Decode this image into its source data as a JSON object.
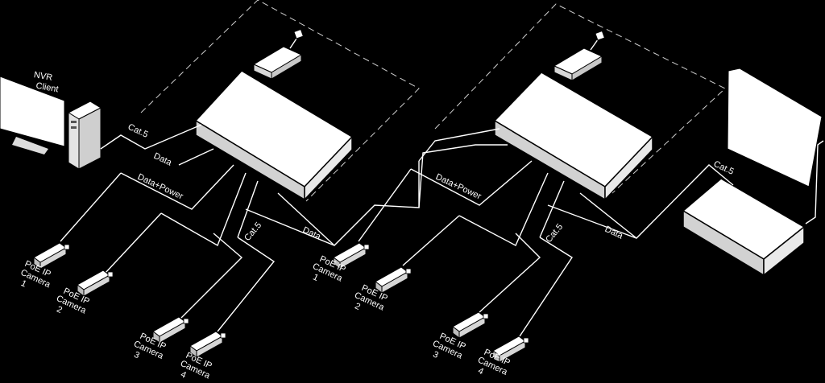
{
  "nvr_client": {
    "line1": "NVR",
    "line2": "Client"
  },
  "cable": {
    "cat5": "Cat.5",
    "data": "Data",
    "data_power": "Data+Power"
  },
  "camera": {
    "line1": "PoE IP",
    "line2": "Camera",
    "n1": "1",
    "n2": "2",
    "n3": "3",
    "n4": "4"
  }
}
